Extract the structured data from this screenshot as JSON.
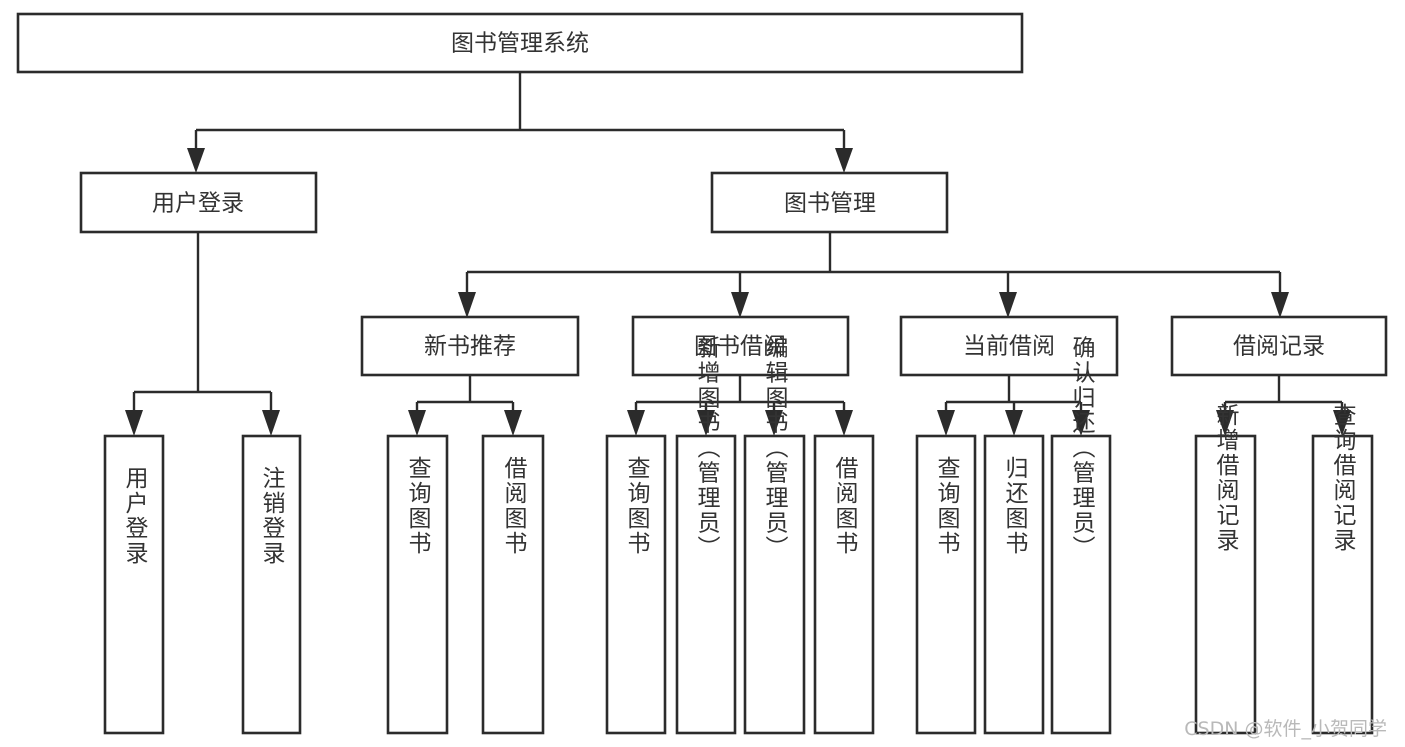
{
  "diagram": {
    "type": "tree-hierarchy",
    "title": "图书管理系统",
    "watermark": "CSDN @软件_小贺同学",
    "nodes": {
      "root": {
        "label": "图书管理系统"
      },
      "level1": [
        {
          "label": "用户登录"
        },
        {
          "label": "图书管理"
        }
      ],
      "level2": [
        {
          "label": "新书推荐"
        },
        {
          "label": "图书借阅"
        },
        {
          "label": "当前借阅"
        },
        {
          "label": "借阅记录"
        }
      ],
      "leaves": [
        {
          "label": "用户登录",
          "parent": "用户登录"
        },
        {
          "label": "注销登录",
          "parent": "用户登录"
        },
        {
          "label": "查询图书",
          "parent": "新书推荐"
        },
        {
          "label": "借阅图书",
          "parent": "新书推荐"
        },
        {
          "label": "查询图书",
          "parent": "图书借阅"
        },
        {
          "label": "新增图书（管理员）",
          "parent": "图书借阅"
        },
        {
          "label": "编辑图书（管理员）",
          "parent": "图书借阅"
        },
        {
          "label": "借阅图书",
          "parent": "图书借阅"
        },
        {
          "label": "查询图书",
          "parent": "当前借阅"
        },
        {
          "label": "归还图书",
          "parent": "当前借阅"
        },
        {
          "label": "确认归还（管理员）",
          "parent": "当前借阅"
        },
        {
          "label": "新增借阅记录",
          "parent": "借阅记录"
        },
        {
          "label": "查询借阅记录",
          "parent": "借阅记录"
        }
      ]
    },
    "colors": {
      "stroke": "#2b2b2b",
      "fill": "#ffffff",
      "text": "#333333",
      "watermark": "#b9b9b9",
      "background": "#ffffff"
    }
  }
}
